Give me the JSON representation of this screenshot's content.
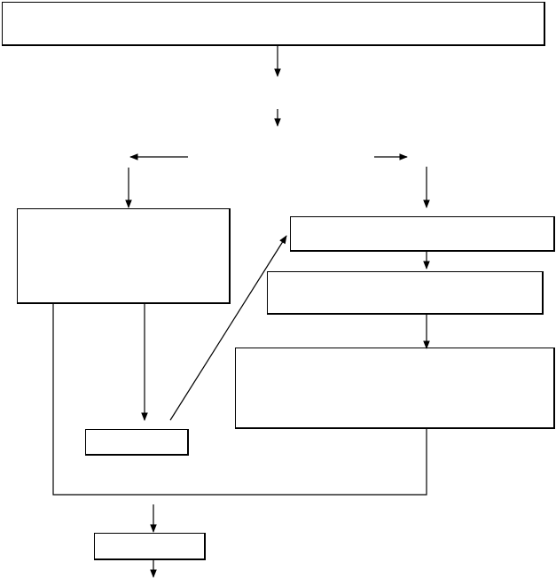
{
  "diagram": {
    "line_color": "#000000",
    "nodes": [
      {
        "id": "top-box",
        "label": ""
      },
      {
        "id": "left-box",
        "label": ""
      },
      {
        "id": "small-box",
        "label": ""
      },
      {
        "id": "final-box",
        "label": ""
      },
      {
        "id": "right-box-1",
        "label": ""
      },
      {
        "id": "right-box-2",
        "label": ""
      },
      {
        "id": "right-box-3",
        "label": ""
      }
    ]
  }
}
